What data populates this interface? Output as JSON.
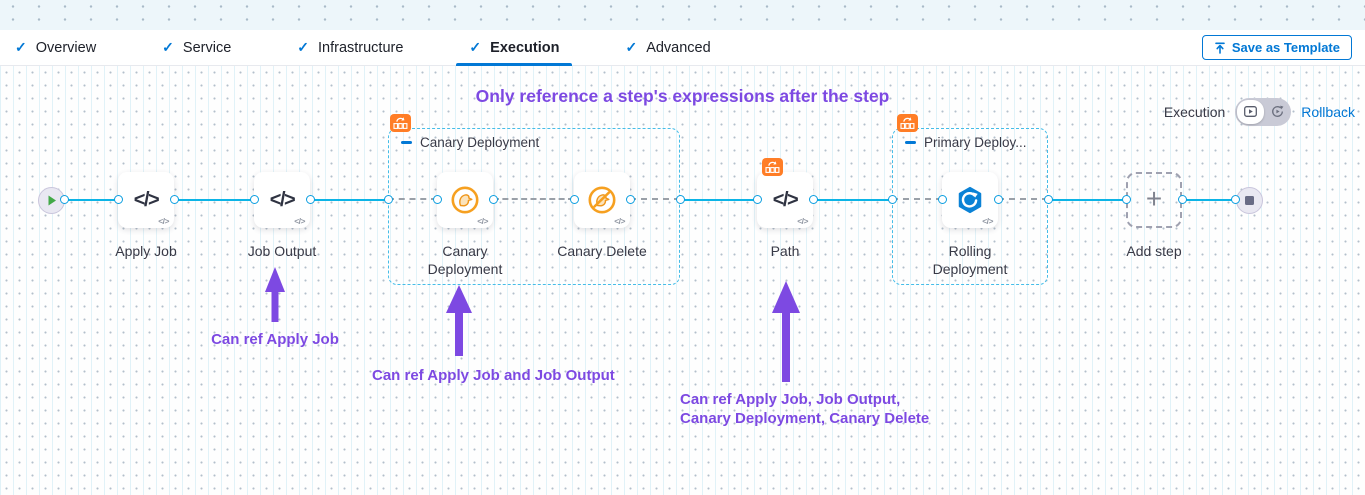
{
  "colors": {
    "primary_blue": "#0278d5",
    "connector_blue": "#0cb4e6",
    "annotation_purple": "#7d49e2",
    "badge_orange": "#ff7d26",
    "canary_orange": "#f6a020",
    "rolling_blue": "#0b82d6"
  },
  "icons": {
    "check_glyph": "✓",
    "code_glyph": "</>",
    "plus_glyph": "+"
  },
  "tabs": {
    "active": "Execution",
    "items": [
      {
        "label": "Overview"
      },
      {
        "label": "Service"
      },
      {
        "label": "Infrastructure"
      },
      {
        "label": "Execution"
      },
      {
        "label": "Advanced"
      }
    ]
  },
  "toolbar": {
    "save_as_template_label": "Save as Template"
  },
  "canvas": {
    "annotation_title": "Only reference a step's expressions after the step",
    "mode": {
      "execution_label": "Execution",
      "rollback_label": "Rollback"
    },
    "annotations": [
      {
        "text": "Can ref Apply Job"
      },
      {
        "text": "Can ref Apply Job and Job Output"
      },
      {
        "text": "Can ref Apply Job, Job Output,\nCanary Deployment, Canary Delete"
      }
    ],
    "pipeline": {
      "steps": [
        {
          "label": "Apply Job",
          "type": "code"
        },
        {
          "label": "Job Output",
          "type": "code"
        },
        {
          "label": "Canary Deployment",
          "type": "canary"
        },
        {
          "label": "Canary Delete",
          "type": "canary-delete"
        },
        {
          "label": "Path",
          "type": "code"
        },
        {
          "label": "Rolling Deployment",
          "type": "rolling"
        }
      ],
      "groups": [
        {
          "label": "Canary Deployment"
        },
        {
          "label": "Primary Deploy..."
        }
      ],
      "add_step_label": "Add step"
    }
  }
}
